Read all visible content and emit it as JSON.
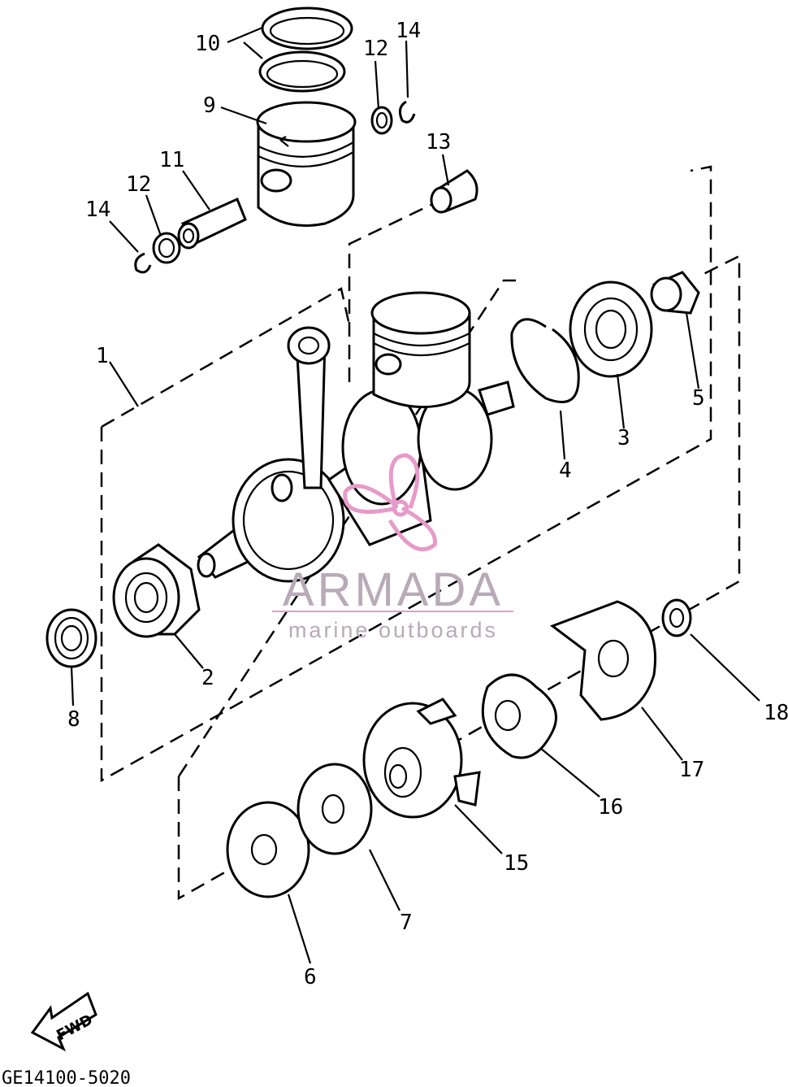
{
  "diagram_code": "GE14100-5020",
  "fwd_label": "FWD",
  "watermark": {
    "brand": "ARMADA",
    "tagline": "marine outboards",
    "color_logo": "#e79ac9",
    "color_text": "#b8aab6"
  },
  "callouts": {
    "c1": "1",
    "c2": "2",
    "c3": "3",
    "c4": "4",
    "c5": "5",
    "c6": "6",
    "c7": "7",
    "c8": "8",
    "c9": "9",
    "c10": "10",
    "c11": "11",
    "c12a": "12",
    "c12b": "12",
    "c13": "13",
    "c14a": "14",
    "c14b": "14",
    "c15": "15",
    "c16": "16",
    "c17": "17",
    "c18": "18"
  }
}
